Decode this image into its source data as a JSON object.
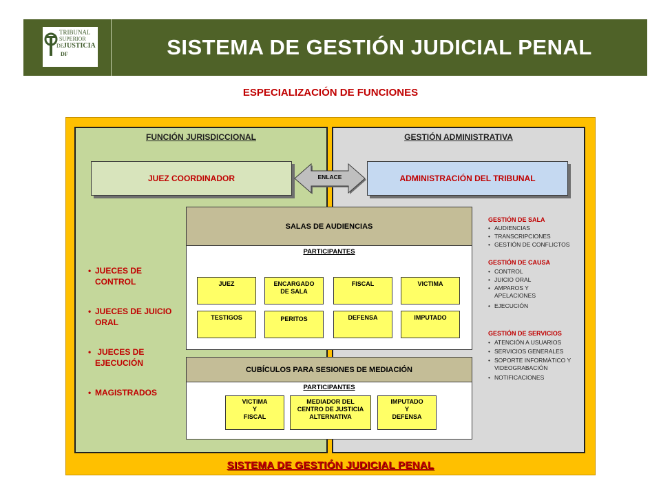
{
  "header": {
    "logo": {
      "line1": "TRIBUNAL",
      "line2": "SUPERIOR",
      "line3": "DE",
      "line4": "JUSTICIA",
      "line5": "DF"
    },
    "title": "SISTEMA DE GESTIÓN JUDICIAL PENAL"
  },
  "subtitle": "ESPECIALIZACIÓN DE FUNCIONES",
  "left": {
    "title": "FUNCIÓN JURISDICCIONAL",
    "box": "JUEZ COORDINADOR",
    "items": [
      {
        "line1": "JUECES DE",
        "line2": "CONTROL"
      },
      {
        "line1": "JUECES DE JUICIO",
        "line2": "ORAL"
      },
      {
        "line1": " JUECES DE",
        "line2": "EJECUCIÓN"
      },
      {
        "line1": "MAGISTRADOS"
      }
    ]
  },
  "right": {
    "title": "GESTIÓN ADMINISTRATIVA",
    "box": "ADMINISTRACIÓN DEL TRIBUNAL",
    "groups": [
      {
        "title": "GESTIÓN DE SALA",
        "items": [
          "AUDIENCIAS",
          "TRANSCRIPCIONES",
          "GESTIÓN DE CONFLICTOS"
        ]
      },
      {
        "title": "GESTIÓN DE CAUSA",
        "items": [
          "CONTROL",
          "JUICIO ORAL",
          "AMPAROS Y APELACIONES",
          "EJECUCIÓN"
        ]
      },
      {
        "title": "GESTIÓN DE SERVICIOS",
        "items": [
          "ATENCIÓN A USUARIOS",
          "SERVICIOS GENERALES",
          "SOPORTE INFORMÁTICO Y VIDEOGRABACIÓN",
          "NOTIFICACIONES"
        ]
      }
    ]
  },
  "enlace": "ENLACE",
  "salas": {
    "title": "SALAS DE AUDIENCIAS",
    "participants_label": "PARTICIPANTES",
    "boxes": [
      {
        "line1": "JUEZ"
      },
      {
        "line1": "ENCARGADO",
        "line2": "DE SALA"
      },
      {
        "line1": "FISCAL"
      },
      {
        "line1": "VICTIMA"
      },
      {
        "line1": "TESTIGOS"
      },
      {
        "line1": "PERITOS"
      },
      {
        "line1": "DEFENSA"
      },
      {
        "line1": "IMPUTADO"
      }
    ]
  },
  "cubiculos": {
    "title": "CUBÍCULOS PARA SESIONES DE MEDIACIÓN",
    "participants_label": "PARTICIPANTES",
    "boxes": [
      {
        "line1": "VICTIMA",
        "line2": "Y",
        "line3": "FISCAL"
      },
      {
        "line1": "MEDIADOR DEL",
        "line2": "CENTRO DE JUSTICIA",
        "line3": "ALTERNATIVA"
      },
      {
        "line1": "IMPUTADO",
        "line2": "Y",
        "line3": "DEFENSA"
      }
    ]
  },
  "footer_title": "SISTEMA DE GESTIÓN JUDICIAL PENAL",
  "colors": {
    "header_bg": "#4f6228",
    "accent_red": "#c00000",
    "frame_orange": "#ffc000",
    "jurisdiccional_green": "#c4d79b",
    "admin_gray": "#d9d9d9",
    "participant_yellow": "#ffff66",
    "panel_header_tan": "#c4bd97"
  }
}
